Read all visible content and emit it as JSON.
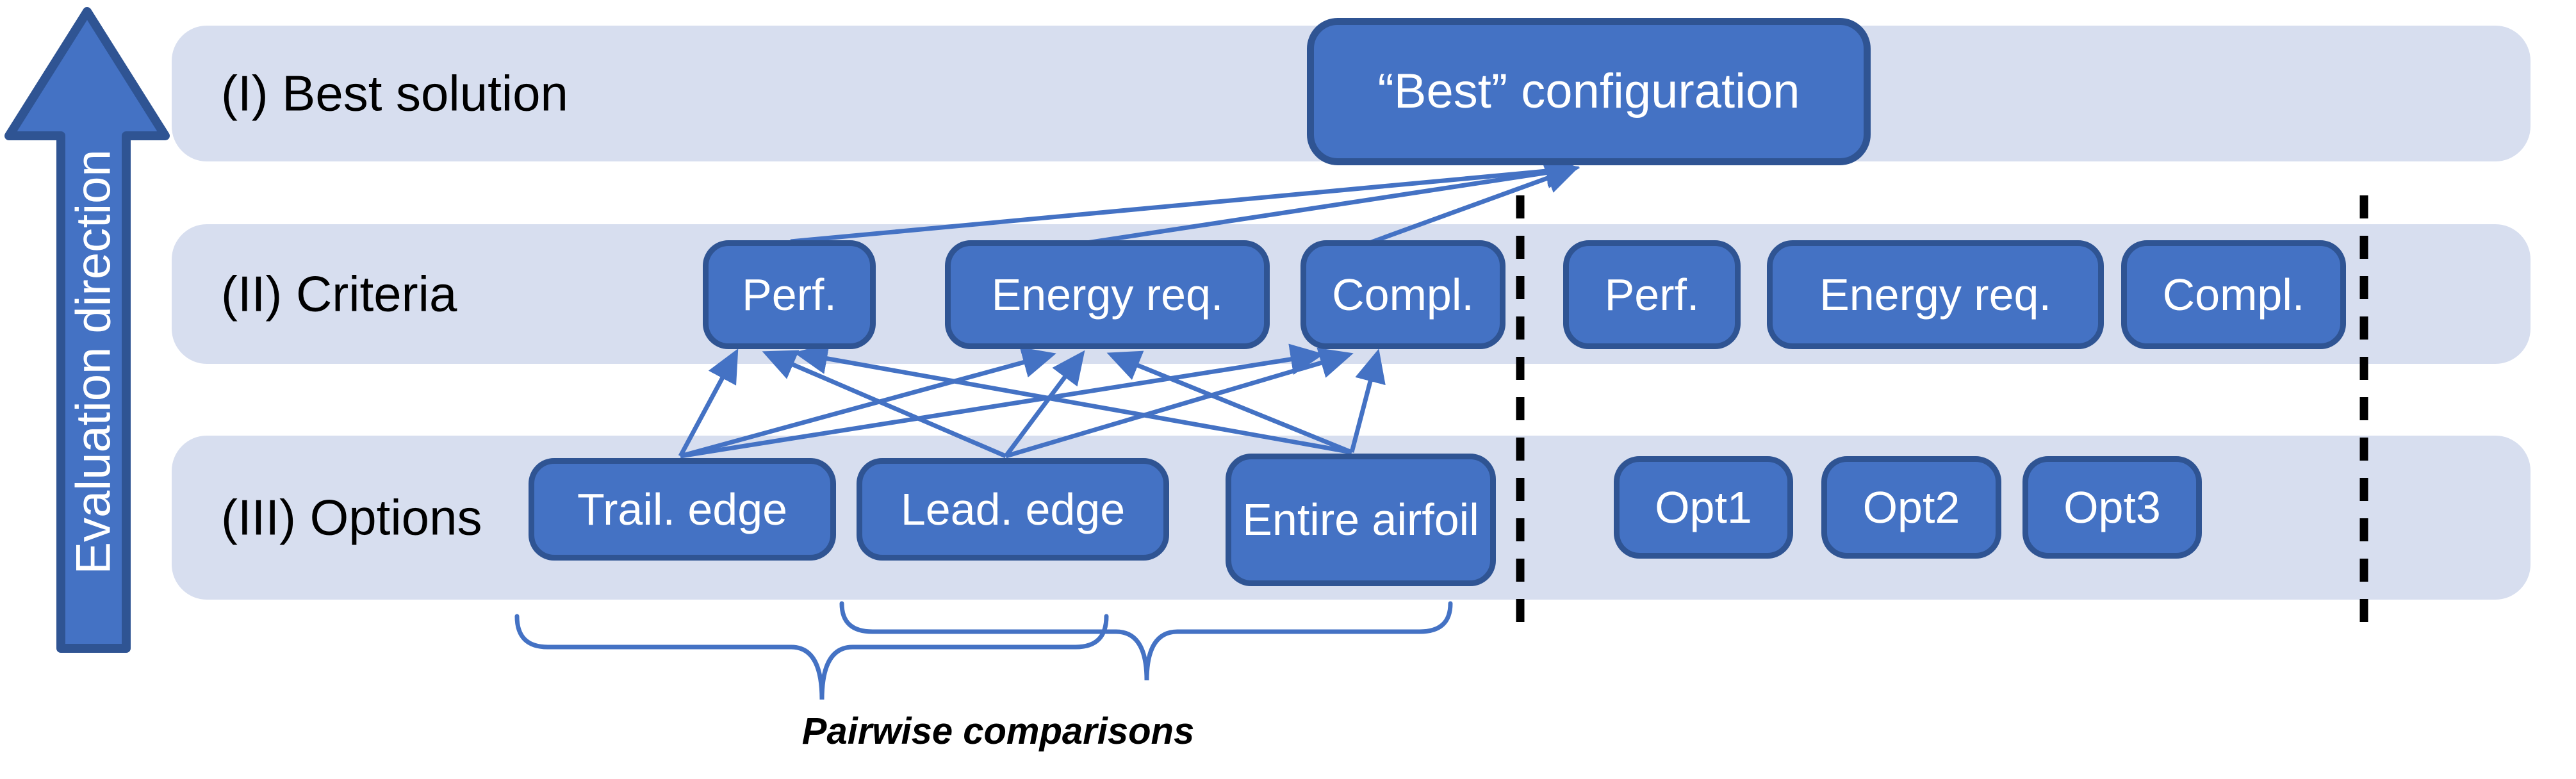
{
  "colors": {
    "box_fill": "#4472C4",
    "box_border": "#2F5493",
    "band_fill": "#D7DEEF",
    "connector_line": "#4472C4",
    "dashed_divider": "#000000",
    "box_text": "#FFFFFF",
    "label_text": "#000000"
  },
  "evaluation_arrow": {
    "label": "Evaluation direction"
  },
  "levels": [
    {
      "label": "(I) Best solution"
    },
    {
      "label": "(II) Criteria"
    },
    {
      "label": "(III) Options"
    }
  ],
  "best": {
    "label": "“Best” configuration"
  },
  "criteria_left": [
    {
      "label": "Perf."
    },
    {
      "label": "Energy req."
    },
    {
      "label": "Compl."
    }
  ],
  "criteria_right": [
    {
      "label": "Perf."
    },
    {
      "label": "Energy req."
    },
    {
      "label": "Compl."
    }
  ],
  "options_left": [
    {
      "label": "Trail. edge"
    },
    {
      "label": "Lead. edge"
    },
    {
      "label": "Entire airfoil"
    }
  ],
  "options_right": [
    {
      "label": "Opt1"
    },
    {
      "label": "Opt2"
    },
    {
      "label": "Opt3"
    }
  ],
  "annotation": {
    "pairwise_label": "Pairwise comparisons"
  }
}
